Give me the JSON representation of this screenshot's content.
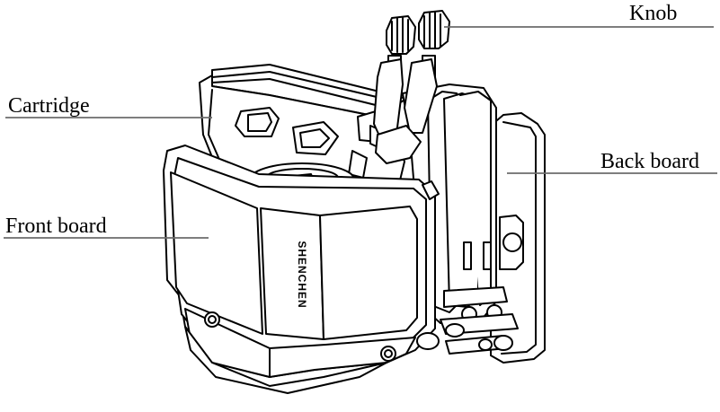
{
  "labels": {
    "knob": "Knob",
    "cartridge": "Cartridge",
    "back_board": "Back board",
    "front_board": "Front board"
  },
  "brand_text": "SHENCHEN",
  "colors": {
    "line": "#000000",
    "fill": "#ffffff",
    "leader": "#6b6b6b"
  }
}
